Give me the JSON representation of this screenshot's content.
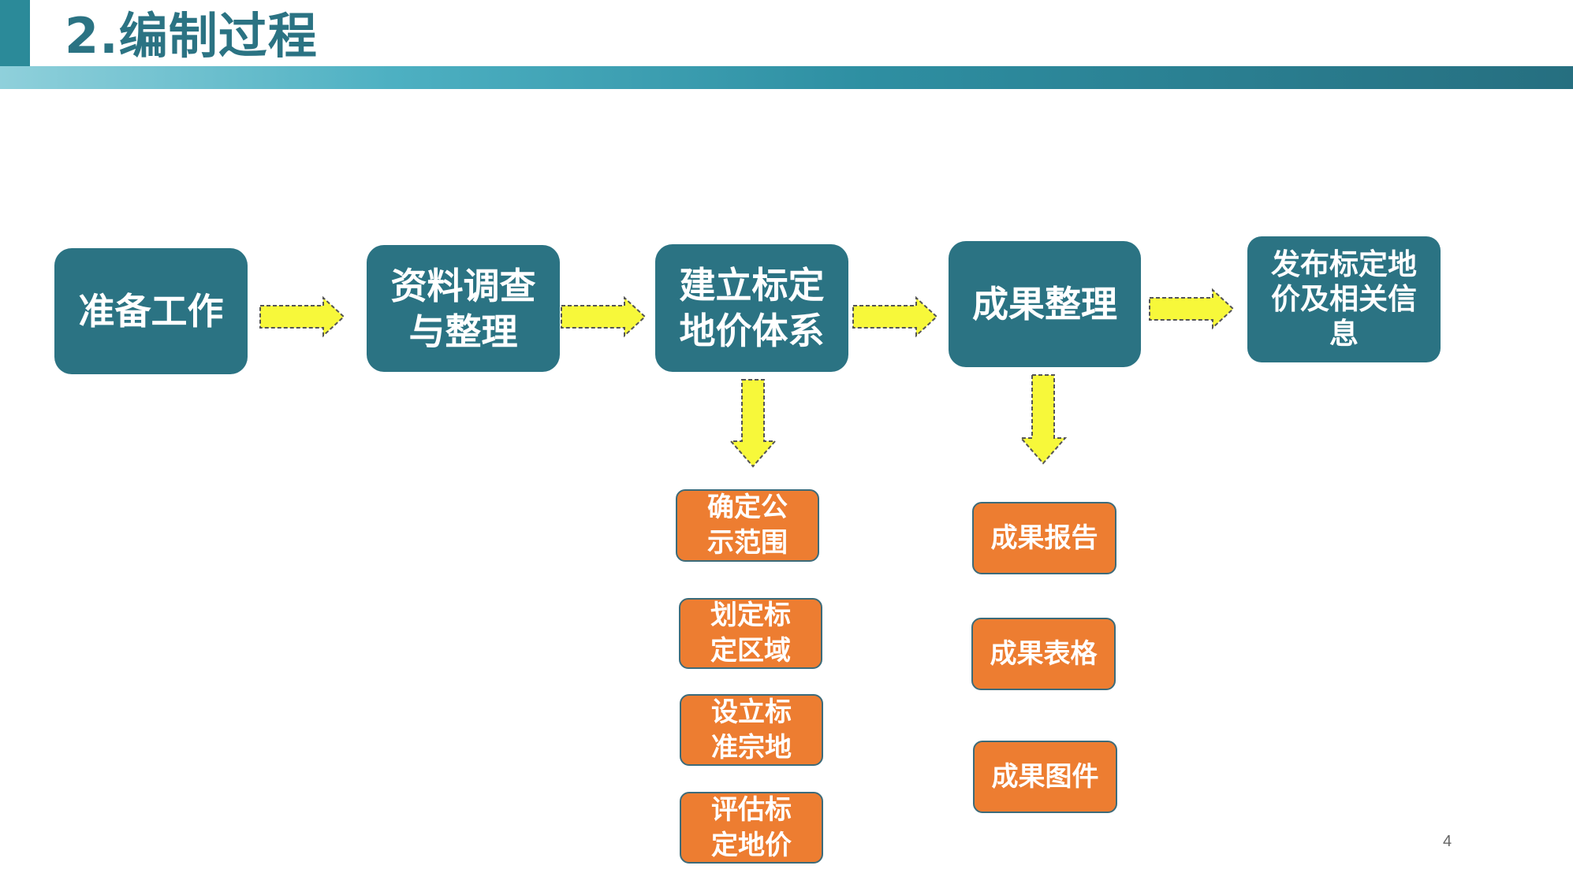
{
  "title": "2.编制过程",
  "colors": {
    "step_fill": "#2b7383",
    "substep_fill": "#ed7d31",
    "arrow_fill": "#f7f83a",
    "title_text": "#2b7383"
  },
  "steps": [
    {
      "label": "准备工作"
    },
    {
      "label": "资料调查与整理"
    },
    {
      "label": "建立标定地价体系"
    },
    {
      "label": "成果整理"
    },
    {
      "label": "发布标定地价及相关信息"
    }
  ],
  "establish_substeps": [
    {
      "label": "确定公示范围"
    },
    {
      "label": "划定标定区域"
    },
    {
      "label": "设立标准宗地"
    },
    {
      "label": "评估标定地价"
    }
  ],
  "result_substeps": [
    {
      "label": "成果报告"
    },
    {
      "label": "成果表格"
    },
    {
      "label": "成果图件"
    }
  ],
  "page_number": "4"
}
